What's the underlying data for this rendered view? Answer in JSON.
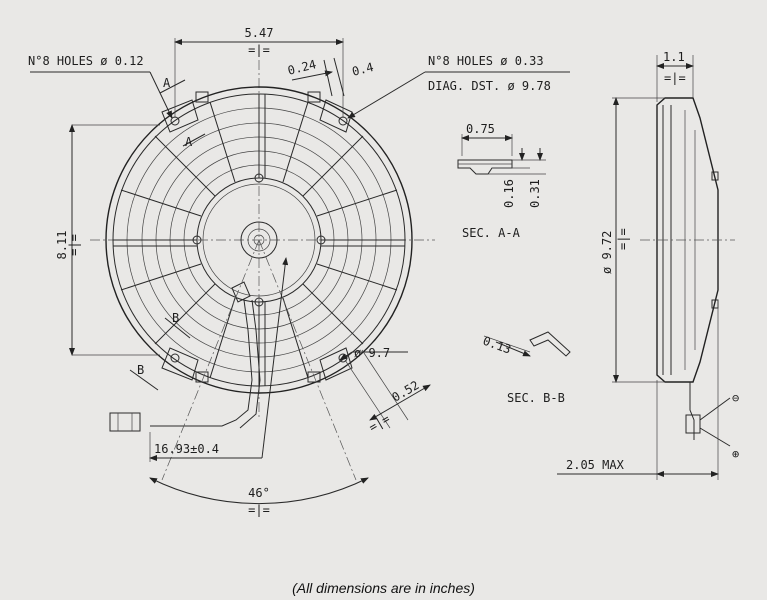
{
  "labels": {
    "width_547": "5.47",
    "holes_012": "N°8 HOLES ø 0.12",
    "dim_024": "0.24",
    "dim_04": "0.4",
    "holes_033": "N°8 HOLES ø 0.33",
    "diag_dst": "DIAG. DST. ø 9.78",
    "dim_11": "1.1",
    "dim_075": "0.75",
    "dim_016": "0.16",
    "dim_031": "0.31",
    "sec_aa": "SEC. A-A",
    "dia_972": "ø 9.72",
    "height_811": "8.11",
    "dia_97": "ø 9.7",
    "dim_013": "0.13",
    "sec_bb": "SEC. B-B",
    "dim_052": "0.52",
    "cable_len": "16.93±0.4",
    "angle_46": "46°",
    "max_205": "2.05 MAX",
    "mark_a1": "A",
    "mark_a2": "A",
    "mark_b1": "B",
    "mark_b2": "B",
    "sym_minus": "⊖",
    "sym_plus": "⊕"
  },
  "caption": "(All dimensions are in inches)"
}
